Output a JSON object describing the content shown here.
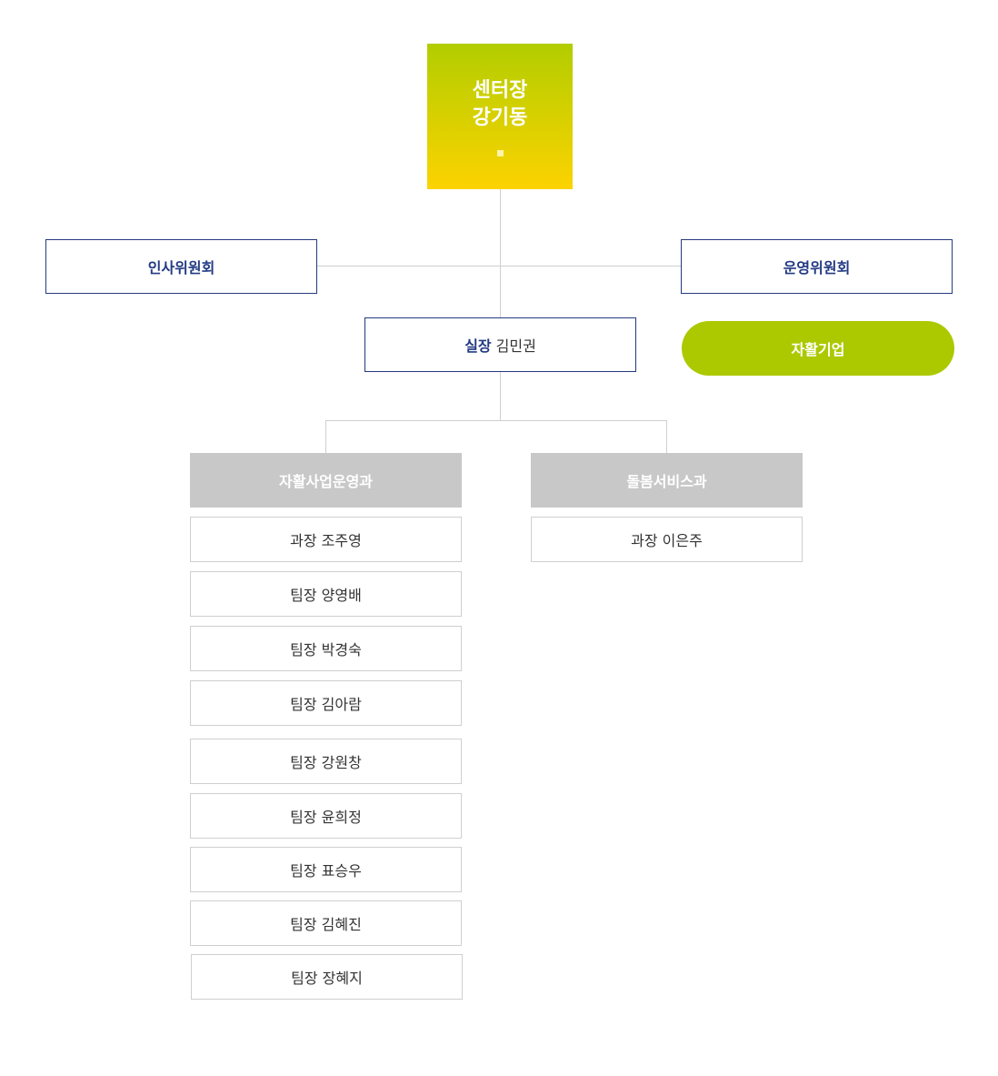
{
  "director": {
    "title": "센터장",
    "name": "강기동"
  },
  "committees": {
    "hr": "인사위원회",
    "operations": "운영위원회"
  },
  "chief": {
    "title": "실장",
    "name": "김민권"
  },
  "enterprise": "자활기업",
  "departments": [
    {
      "name": "자활사업운영과",
      "members": [
        "과장 조주영",
        "팀장 양영배",
        "팀장 박경숙",
        "팀장 김아람",
        "팀장 강원창",
        "팀장 윤희정",
        "팀장 표승우",
        "팀장 김혜진",
        "팀장 장혜지"
      ]
    },
    {
      "name": "돌봄서비스과",
      "members": [
        "과장 이은주"
      ]
    }
  ],
  "colors": {
    "accent_green": "#acc900",
    "gradient_top": "#b2cd00",
    "gradient_bottom": "#fcd300",
    "navy": "#233a82",
    "dept_gray": "#c8c8c8",
    "line_gray": "#cfcfcf"
  }
}
